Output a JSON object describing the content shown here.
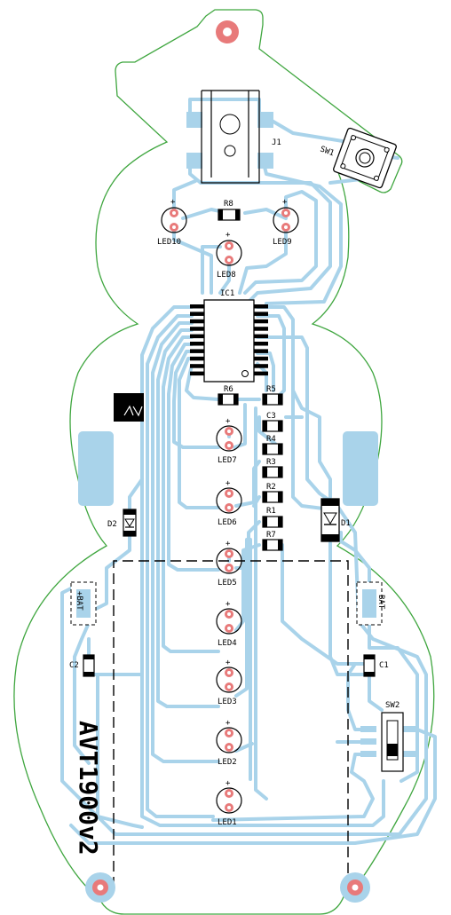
{
  "board_title": "AVT1900v2",
  "colors": {
    "outline": "#3fa63f",
    "copper": "#a9d3ea",
    "pad_ring": "#e87a7a",
    "silkscreen": "#000000"
  },
  "labels": {
    "j1": "J1",
    "sw1": "SW1",
    "sw2": "SW2",
    "ic1": "IC1",
    "d1": "D1",
    "d2": "D2",
    "c1": "C1",
    "c2": "C2",
    "c3": "C3",
    "r1": "R1",
    "r2": "R2",
    "r3": "R3",
    "r4": "R4",
    "r5": "R5",
    "r6": "R6",
    "r7": "R7",
    "r8": "R8",
    "led1": "LED1",
    "led2": "LED2",
    "led3": "LED3",
    "led4": "LED4",
    "led5": "LED5",
    "led6": "LED6",
    "led7": "LED7",
    "led8": "LED8",
    "led9": "LED9",
    "led10": "LED10",
    "bat_left": "+BAT",
    "bat_right": "BAT",
    "plus": "+"
  },
  "icons": {
    "logo": "avt-logo-icon",
    "mount_hole": "mounting-hole-icon"
  }
}
